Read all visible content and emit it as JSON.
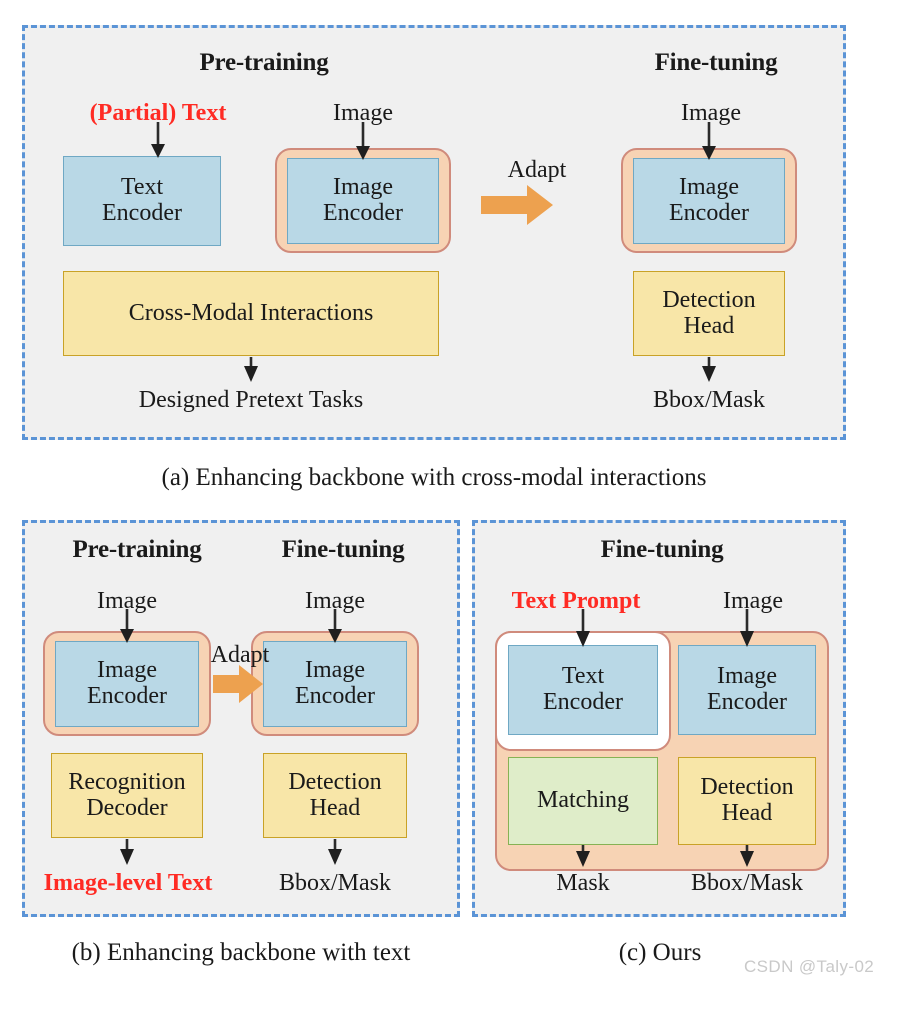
{
  "figure": {
    "type": "diagram",
    "description": "Comparison of three paradigms for vision-language pre-training / fine-tuning pipelines",
    "watermark": "CSDN @Taly-02",
    "colors": {
      "panel_border": "#5b94d6",
      "panel_background": "#f0f0f0",
      "encoder_blue": "#b9d8e6",
      "head_yellow": "#f8e6a8",
      "matching_green": "#dfedc9",
      "wrapper_peach": "#f7d3b4",
      "wrapper_border": "#d08b7c",
      "adapt_arrow_orange": "#eda14f",
      "highlight_red": "#ff2b24",
      "arrow_black": "#1f1f1f"
    }
  },
  "panel_a": {
    "caption": "(a) Enhancing backbone with cross-modal interactions",
    "stage_pretraining": {
      "header": "Pre-training",
      "input_text": "(Partial) Text",
      "input_image": "Image",
      "text_encoder": "Text\nEncoder",
      "text_encoder_line1": "Text",
      "text_encoder_line2": "Encoder",
      "image_encoder_line1": "Image",
      "image_encoder_line2": "Encoder",
      "interactions": "Cross-Modal Interactions",
      "output": "Designed Pretext Tasks"
    },
    "adapt_label": "Adapt",
    "stage_finetuning": {
      "header": "Fine-tuning",
      "input_image": "Image",
      "image_encoder_line1": "Image",
      "image_encoder_line2": "Encoder",
      "detection_head_line1": "Detection",
      "detection_head_line2": "Head",
      "output": "Bbox/Mask"
    }
  },
  "panel_b": {
    "caption": "(b) Enhancing backbone with text",
    "stage_pretraining": {
      "header": "Pre-training",
      "input_image": "Image",
      "image_encoder_line1": "Image",
      "image_encoder_line2": "Encoder",
      "recognition_decoder_line1": "Recognition",
      "recognition_decoder_line2": "Decoder",
      "output": "Image-level Text"
    },
    "adapt_label": "Adapt",
    "stage_finetuning": {
      "header": "Fine-tuning",
      "input_image": "Image",
      "image_encoder_line1": "Image",
      "image_encoder_line2": "Encoder",
      "detection_head_line1": "Detection",
      "detection_head_line2": "Head",
      "output": "Bbox/Mask"
    }
  },
  "panel_c": {
    "caption": "(c) Ours",
    "header": "Fine-tuning",
    "input_text_prompt": "Text Prompt",
    "input_image": "Image",
    "text_encoder_line1": "Text",
    "text_encoder_line2": "Encoder",
    "image_encoder_line1": "Image",
    "image_encoder_line2": "Encoder",
    "matching": "Matching",
    "detection_head_line1": "Detection",
    "detection_head_line2": "Head",
    "output_left": "Mask",
    "output_right": "Bbox/Mask"
  }
}
